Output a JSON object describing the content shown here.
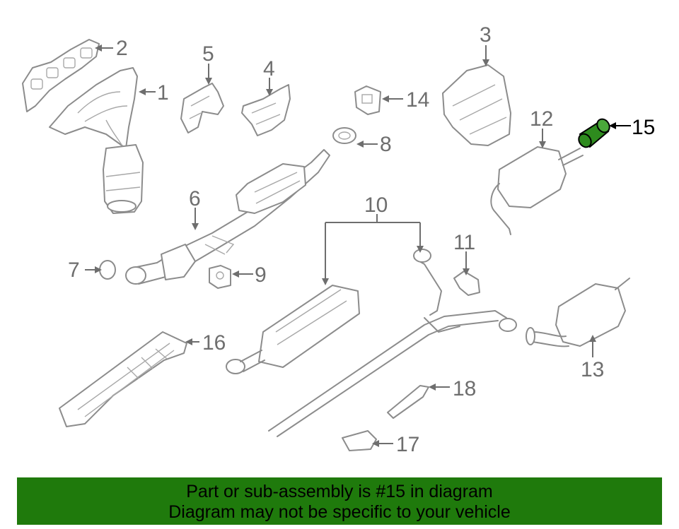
{
  "diagram": {
    "highlight_color": "#2e8b1e",
    "banner_color": "#1f7a0c",
    "highlighted_part": "15",
    "callouts": {
      "c1": "1",
      "c2": "2",
      "c3": "3",
      "c4": "4",
      "c5": "5",
      "c6": "6",
      "c7": "7",
      "c8": "8",
      "c9": "9",
      "c10": "10",
      "c11": "11",
      "c12": "12",
      "c13": "13",
      "c14": "14",
      "c15": "15",
      "c16": "16",
      "c17": "17",
      "c18": "18"
    }
  },
  "banner": {
    "line1": "Part or sub-assembly is #15 in diagram",
    "line2": "Diagram may not be specific to your vehicle"
  }
}
